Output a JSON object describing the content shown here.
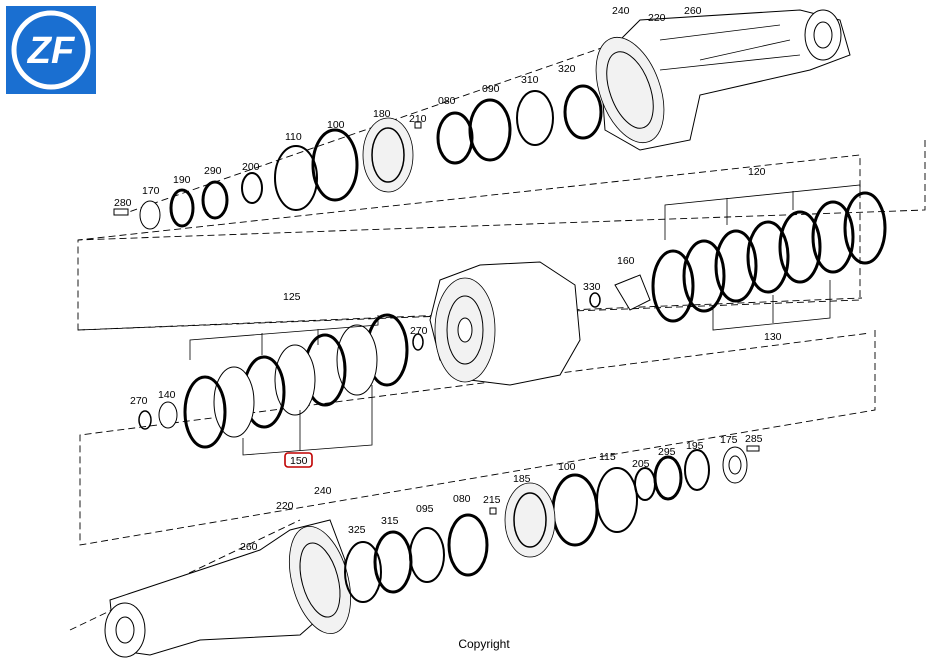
{
  "brand": {
    "logo_text": "ZF",
    "color": "#1a6fd1"
  },
  "footer": {
    "copyright": "Copyright"
  },
  "highlight_color": "#c00000",
  "callouts": {
    "c240a": "240",
    "c220a": "220",
    "c260a": "260",
    "c320a": "320",
    "c310a": "310",
    "c090a": "090",
    "c080a": "080",
    "c210": "210",
    "c180": "180",
    "c100a": "100",
    "c110": "110",
    "c200": "200",
    "c290": "290",
    "c190": "190",
    "c170": "170",
    "c280": "280",
    "c120": "120",
    "c160": "160",
    "c330": "330",
    "c130": "130",
    "c125": "125",
    "c270a": "270",
    "c270b": "270",
    "c140": "140",
    "c150": "150",
    "c285": "285",
    "c175": "175",
    "c195": "195",
    "c295": "295",
    "c205": "205",
    "c115": "115",
    "c100b": "100",
    "c185": "185",
    "c215": "215",
    "c080b": "080",
    "c095": "095",
    "c315": "315",
    "c325": "325",
    "c240b": "240",
    "c220b": "220",
    "c260b": "260"
  }
}
